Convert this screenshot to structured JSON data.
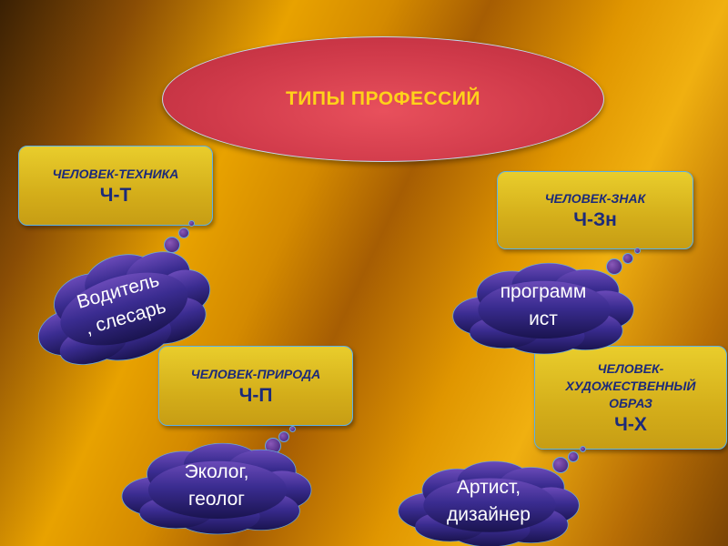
{
  "title": "ТИПЫ  ПРОФЕССИЙ",
  "types": [
    {
      "name": "ЧЕЛОВЕК-ТЕХНИКА",
      "code": "Ч-Т"
    },
    {
      "name": "ЧЕЛОВЕК-ЗНАК",
      "code": "Ч-Зн"
    },
    {
      "name": "ЧЕЛОВЕК-ПРИРОДА",
      "code": "Ч-П"
    },
    {
      "name_lines": [
        "ЧЕЛОВЕК-",
        "ХУДОЖЕСТВЕННЫЙ",
        "ОБРАЗ"
      ],
      "code": "Ч-Х"
    }
  ],
  "examples": [
    {
      "lines": [
        "Водитель",
        ", слесарь"
      ]
    },
    {
      "lines": [
        "программ",
        "ист"
      ]
    },
    {
      "lines": [
        "Эколог,",
        "геолог"
      ]
    },
    {
      "lines": [
        "Артист,",
        "дизайнер"
      ]
    }
  ],
  "colors": {
    "background": "#e8a200",
    "title_fill": "#d03a4a",
    "title_text": "#ffd21a",
    "box_fill": "#e0c020",
    "box_text": "#1c2a7a",
    "cloud_fill": "#2a2a8a"
  }
}
